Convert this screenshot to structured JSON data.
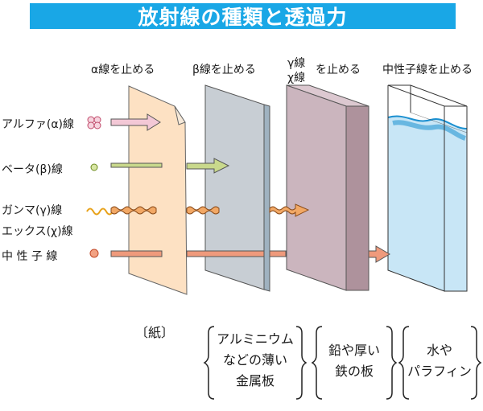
{
  "title": "放射線の種類と透過力",
  "headers": {
    "alpha": "α線を止める",
    "beta": "β線を止める",
    "gamma_x_prefix_1": "γ線",
    "gamma_x_prefix_2": "χ線",
    "gamma_x_suffix": "を止める",
    "neutron": "中性子線を止める"
  },
  "rays": {
    "alpha": "アルファ(α)線",
    "beta": "ベータ(β)線",
    "gamma": "ガンマ(γ)線",
    "xray": "エックス(χ)線",
    "neutron": "中 性 子 線"
  },
  "materials": {
    "paper": "〔紙〕",
    "aluminum_1": "アルミニウム",
    "aluminum_2": "などの薄い",
    "aluminum_3": "金属板",
    "lead_1": "鉛や厚い",
    "lead_2": "鉄の板",
    "water_1": "水や",
    "water_2": "パラフィン"
  },
  "colors": {
    "title_bg": "#19a7e6",
    "paper": "#fde1c3",
    "aluminum": "#c8ced4",
    "lead": "#cbb5be",
    "water": "#c8e6f6",
    "water_line": "#1a8fd0",
    "alpha_arrow": "#f3c8d6",
    "beta_arrow": "#c9d98c",
    "gamma_arrow": "#f2a865",
    "neutron_arrow": "#ef9a7c"
  },
  "icons": [
    "alpha-particle-icon",
    "beta-particle-icon",
    "gamma-wave-icon",
    "neutron-particle-icon"
  ]
}
